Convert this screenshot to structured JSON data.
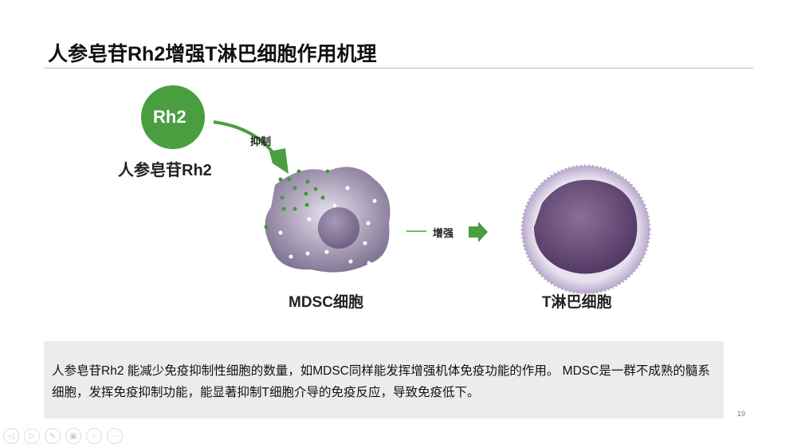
{
  "title": "人参皂苷Rh2增强T淋巴细胞作用机理",
  "diagram": {
    "rh2_badge": "Rh2",
    "rh2_label": "人参皂苷Rh2",
    "inhibit_label": "抑制",
    "enhance_label": "增强",
    "mdsc_label": "MDSC细胞",
    "tcell_label": "T淋巴细胞",
    "colors": {
      "green": "#4a9e3f",
      "purple": "#8e7fa0"
    }
  },
  "description": "人参皂苷Rh2 能减少免疫抑制性细胞的数量，如MDSC同样能发挥增强机体免疫功能的作用。 MDSC是一群不成熟的髓系细胞，发挥免疫抑制功能，能显著抑制T细胞介导的免疫反应，导致免疫低下。",
  "page_number": "19",
  "controls": [
    "previous-icon",
    "next-icon",
    "pen-icon",
    "slides-icon",
    "zoom-icon",
    "more-icon"
  ]
}
